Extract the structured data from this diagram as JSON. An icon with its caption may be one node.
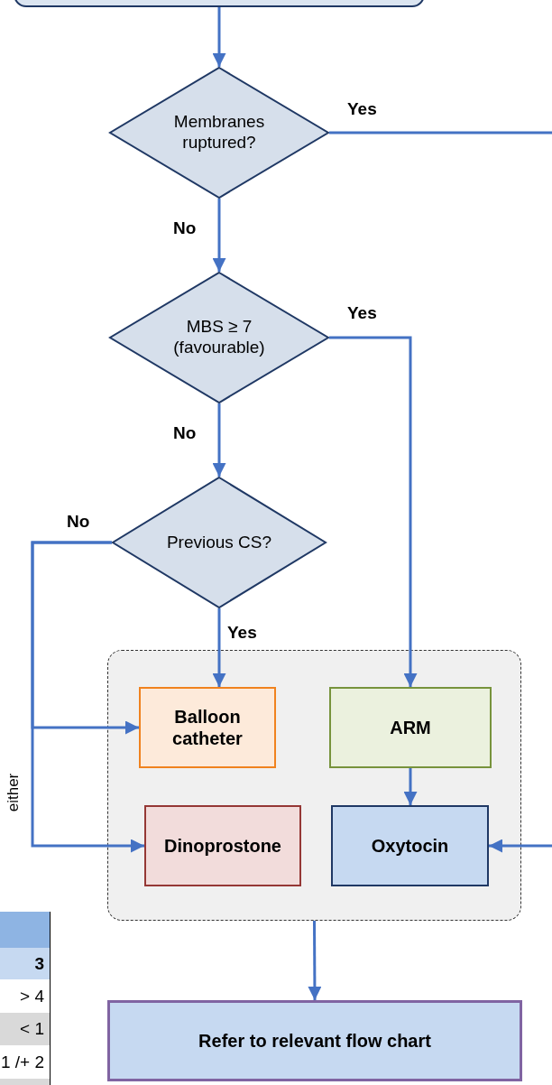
{
  "diagram": {
    "nodes": [
      {
        "text": [],
        "shape": "box"
      },
      {
        "text": [
          "Membranes ruptured?"
        ]
      },
      {
        "text": [
          "MBS ≥ 7 (favourable)"
        ]
      },
      {
        "text": [
          "Previous CS?"
        ]
      },
      {
        "text": [],
        "shape": "box"
      },
      {
        "text": [
          "Balloon catheter"
        ],
        "in": 4
      },
      {
        "text": [
          "ARM"
        ],
        "in": 4
      },
      {
        "text": [
          "Dinoprostone"
        ],
        "in": 4
      },
      {
        "text": [
          "Oxytocin"
        ],
        "in": 4
      },
      {
        "text": [
          "Refer to relevant flow chart"
        ]
      }
    ],
    "edges": [
      {
        "from": 0,
        "to": 1,
        "arrow": "to"
      },
      {
        "from": 1,
        "to": null,
        "arrow": "none",
        "label": "Yes"
      },
      {
        "from": 1,
        "to": 2,
        "arrow": "to",
        "label": "No"
      },
      {
        "from": 2,
        "to": 6,
        "arrow": "to",
        "label": "Yes"
      },
      {
        "from": 2,
        "to": 3,
        "arrow": "to",
        "label": "No"
      },
      {
        "from": 3,
        "to": 5,
        "arrow": "to",
        "label": "Yes"
      },
      {
        "from": 3,
        "to": 5,
        "arrow": "to",
        "label": "No"
      },
      {
        "from": 3,
        "to": 7,
        "arrow": "to"
      },
      {
        "from": 6,
        "to": 8,
        "arrow": "to"
      },
      {
        "from": null,
        "to": 8,
        "arrow": "to"
      },
      {
        "from": 4,
        "to": 9,
        "arrow": "to"
      }
    ],
    "labels": [
      "either",
      "3",
      "> 4",
      "< 1",
      "1 /+ 2"
    ]
  }
}
